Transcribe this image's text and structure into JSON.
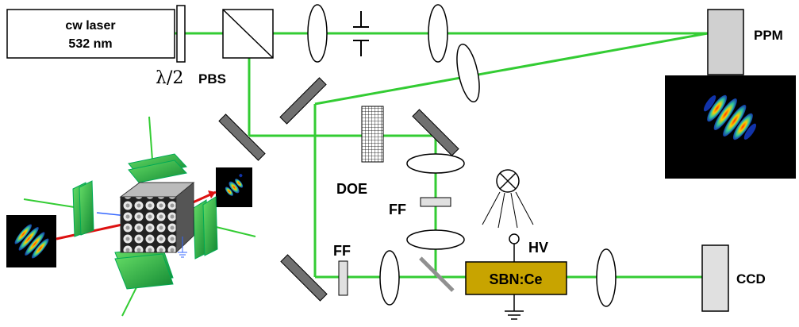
{
  "diagram": {
    "laser_label_line1": "cw laser",
    "laser_label_line2": "532 nm",
    "halfwave_label": "λ/2",
    "pbs_label": "PBS",
    "ppm_label": "PPM",
    "doe_label": "DOE",
    "ff_label_vertical": "FF",
    "ff_label_horizontal": "FF",
    "hv_label": "HV",
    "crystal_label": "SBN:Ce",
    "ccd_label": "CCD"
  },
  "colors": {
    "beam": "#33cc33",
    "crystal": "#c8a400",
    "mirror": "#707070",
    "ppm_fill": "#d0d0d0"
  },
  "icons": [
    "lamp-icon",
    "ground-icon",
    "iris-icon",
    "photonic-lattice-inset"
  ]
}
